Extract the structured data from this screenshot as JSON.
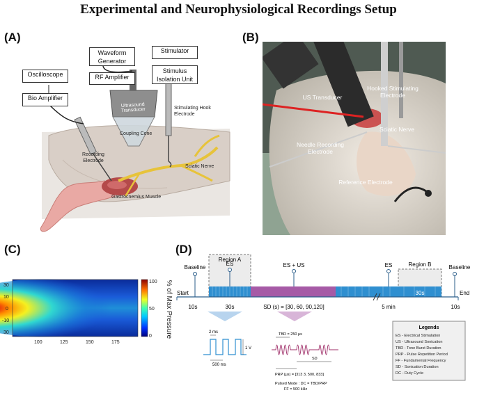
{
  "title": "Experimental and Neurophysiological Recordings Setup",
  "panels": {
    "A": {
      "label": "(A)",
      "boxes": {
        "oscilloscope": "Oscilloscope",
        "bio_amplifier": "Bio Amplifier",
        "waveform_generator": "Waveform Generator",
        "rf_amplifier": "RF Amplifier",
        "stimulator": "Stimulator",
        "stimulus_isolation": "Stimulus Isolation Unit"
      },
      "labels": {
        "ultrasound_transducer": "Ultrasound Transducer",
        "coupling_cone": "Coupling Cone",
        "stimulating_hook": "Stimulating Hook Electrode",
        "recording_electrode": "Recording Electrode",
        "sciatic_nerve": "Sciatic Nerve",
        "gastrocnemius": "Gastrocnemius Muscle"
      }
    },
    "B": {
      "label": "(B)",
      "labels": {
        "us_transducer": "US Transducer",
        "hooked_electrode": "Hooked Stimulating Electrode",
        "sciatic_nerve": "Sciatic Nerve",
        "needle_electrode": "Needle Recording Electrode",
        "reference_electrode": "Reference Electrode"
      }
    },
    "C": {
      "label": "(C)",
      "y_ticks": [
        "30",
        "10",
        "0",
        "-10",
        "30"
      ],
      "x_ticks": [
        "100",
        "125",
        "150",
        "175"
      ],
      "colorbar_ticks": [
        "100",
        "50",
        "0"
      ],
      "colorbar_label": "% of Max Pressure"
    },
    "D": {
      "label": "(D)",
      "region_a": "Region A",
      "region_b": "Region B",
      "baseline_left": "Baseline",
      "baseline_right": "Baseline",
      "es_1": "ES",
      "es_us": "ES + US",
      "es_2": "ES",
      "start": "Start",
      "end": "End",
      "seg_10s_a": "10s",
      "seg_30s": "30s",
      "seg_sd": "SD (s) = [30, 60, 90,120]",
      "seg_5min": "5 min",
      "seg_30s_b": "30s",
      "seg_10s_b": "10s",
      "es_pulse": {
        "width": "2 ms",
        "amp": "1 V",
        "period": "500 ms"
      },
      "us_pulse": {
        "tbd": "TBD = 250 μs",
        "sd": "SD",
        "prp": "PRP (μs) = [313 3, 500, 833]",
        "mode": "Pulsed Mode : DC = TBD/PRP",
        "ff": "FF = 500 kHz"
      },
      "legend_title": "Legends",
      "legend_items": [
        "ES - Electrical Stimulation",
        "US - Ultrasound Sonication",
        "TBD - Tone Burst Duration",
        "PRP - Pulse Repetition Period",
        "FF - Fundamental Frequency",
        "SD - Sonication Duration",
        "DC - Duty Cycle"
      ]
    }
  }
}
